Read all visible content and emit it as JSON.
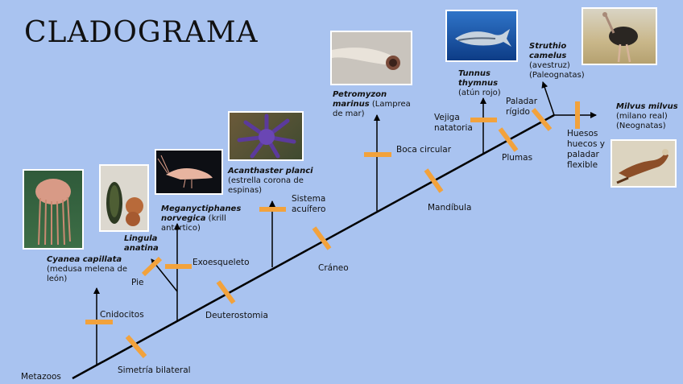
{
  "title": "CLADOGRAMA",
  "root_label": "Metazoos",
  "traits": {
    "cnidocitos": "Cnidocitos",
    "simetria": "Simetría bilateral",
    "pie": "Pie",
    "exoesqueleto": "Exoesqueleto",
    "deuterostomia": "Deuterostomia",
    "sistema_acuifero": [
      "Sistema",
      "acuífero"
    ],
    "craneo": "Cráneo",
    "boca_circular": "Boca circular",
    "mandibula": "Mandíbula",
    "vejiga": [
      "Vejiga",
      "natatoria"
    ],
    "plumas": "Plumas",
    "paladar_rigido": [
      "Paladar",
      "rígido"
    ],
    "huesos": [
      "Huesos",
      "huecos y",
      "paladar",
      "flexible"
    ]
  },
  "taxa": {
    "cyanea": {
      "species": "Cyanea capillata",
      "common": [
        "(medusa melena de",
        "león)"
      ]
    },
    "lingula": {
      "species": [
        "Lingula",
        "anatina"
      ]
    },
    "meganyctiphanes": {
      "species": [
        "Meganyctiphanes",
        "norvegica"
      ],
      "common": [
        " (krill",
        "antártico)"
      ]
    },
    "acanthaster": {
      "species": "Acanthaster planci",
      "common": [
        "(estrella corona de",
        "espinas)"
      ]
    },
    "petromyzon": {
      "species": [
        "Petromyzon",
        "marinus"
      ],
      "common": [
        " (Lamprea",
        "de mar)"
      ]
    },
    "tunnus": {
      "species": [
        "Tunnus",
        "thymnus"
      ],
      "common": [
        "(atún rojo)"
      ]
    },
    "struthio": {
      "species": [
        "Struthio",
        "camelus"
      ],
      "common": [
        "(avestruz)",
        "(Paleognatas)"
      ]
    },
    "milvus": {
      "species": "Milvus milvus",
      "common": [
        "(milano real)",
        "(Neognatas)"
      ]
    }
  },
  "colors": {
    "background": "#a9c3f0",
    "line": "#000000",
    "marker": "#f2a23c"
  }
}
